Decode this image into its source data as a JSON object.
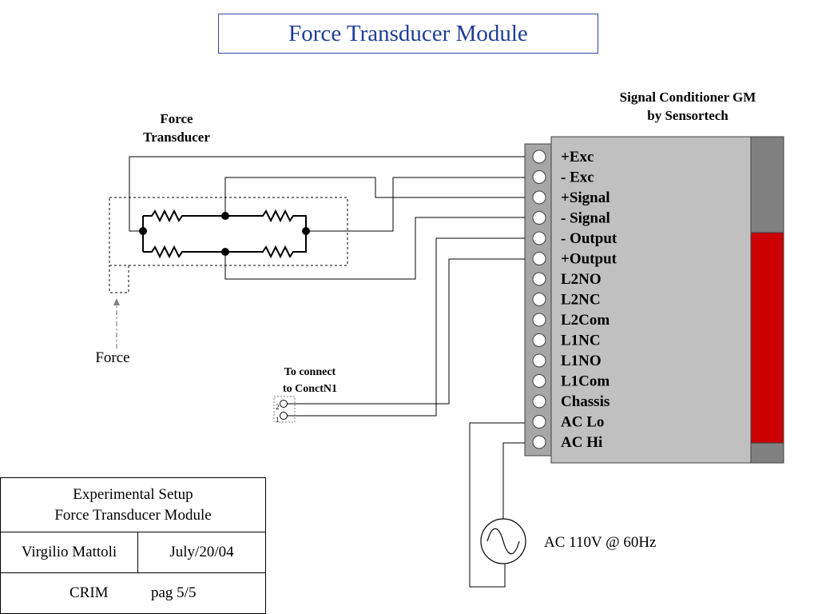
{
  "title": "Force Transducer Module",
  "transducer": {
    "label_line1": "Force",
    "label_line2": "Transducer",
    "force_label": "Force"
  },
  "conditioner": {
    "title_line1": "Signal Conditioner GM",
    "title_line2": "by Sensortech",
    "terminals": [
      "+Exc",
      "- Exc",
      "+Signal",
      "- Signal",
      "- Output",
      "+Output",
      "L2NO",
      "L2NC",
      "L2Com",
      "L1NC",
      "L1NO",
      "L1Com",
      "Chassis",
      "AC Lo",
      "AC Hi"
    ],
    "side_colors": {
      "top": "#808080",
      "middle": "#cc0000",
      "bottom": "#808080"
    },
    "body_color": "#c0c0c0"
  },
  "connector": {
    "label_line1": "To connect",
    "label_line2": "to ConctN1",
    "pin_top": "2",
    "pin_bottom": "1"
  },
  "source": {
    "label": "AC 110V @ 60Hz"
  },
  "info_block": {
    "line1": "Experimental Setup",
    "line2": "Force Transducer Module",
    "author": "Virgilio Mattoli",
    "date": "July/20/04",
    "org": "CRIM",
    "page": "pag 5/5"
  }
}
